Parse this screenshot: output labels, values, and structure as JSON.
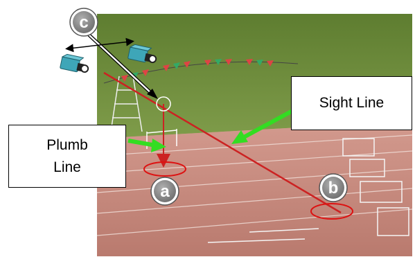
{
  "labels": {
    "sight_line": "Sight Line",
    "plumb_line_1": "Plumb",
    "plumb_line_2": "Line"
  },
  "markers": {
    "a": "a",
    "b": "b",
    "c": "c"
  },
  "colors": {
    "sight_line": "#cc2222",
    "plumb_line": "#cc2222",
    "target_ring": "#dd1111",
    "pointer_arrow": "#33dd22",
    "marker_fill": "#888888",
    "track": "#c98a7e",
    "grass": "#6f8f3a",
    "camera": "#3ea6b8"
  },
  "icons": [
    "camera-icon",
    "camera-icon",
    "double-arrow-icon"
  ]
}
